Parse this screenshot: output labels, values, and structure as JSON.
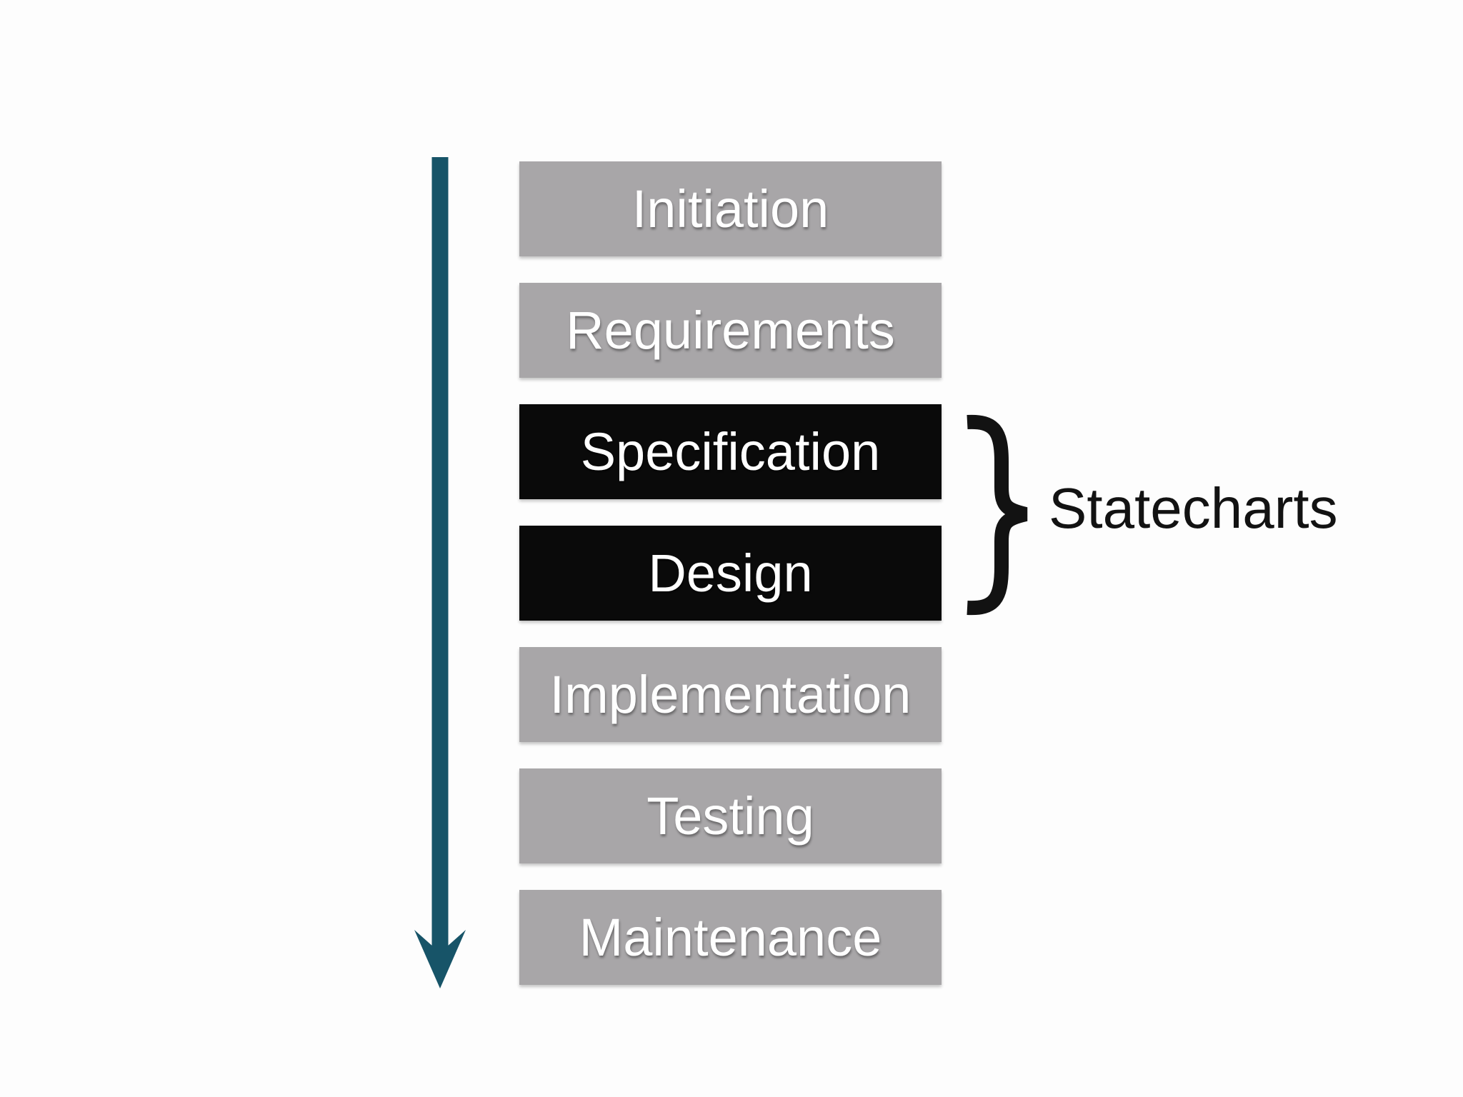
{
  "diagram": {
    "stages": [
      {
        "label": "Initiation",
        "variant": "gray"
      },
      {
        "label": "Requirements",
        "variant": "gray"
      },
      {
        "label": "Specification",
        "variant": "black"
      },
      {
        "label": "Design",
        "variant": "black"
      },
      {
        "label": "Implementation",
        "variant": "gray"
      },
      {
        "label": "Testing",
        "variant": "gray"
      },
      {
        "label": "Maintenance",
        "variant": "gray"
      }
    ],
    "annotation": {
      "label": "Statecharts",
      "brace_glyph": "}",
      "covers_stages": [
        "Specification",
        "Design"
      ]
    },
    "flow_arrow": {
      "direction": "down",
      "color": "#175468"
    },
    "colors": {
      "stage_gray": "#a8a6a8",
      "stage_black": "#0a0a0a",
      "stage_text": "#ffffff",
      "annotation_text": "#121212",
      "background": "#fdfdfd"
    }
  }
}
